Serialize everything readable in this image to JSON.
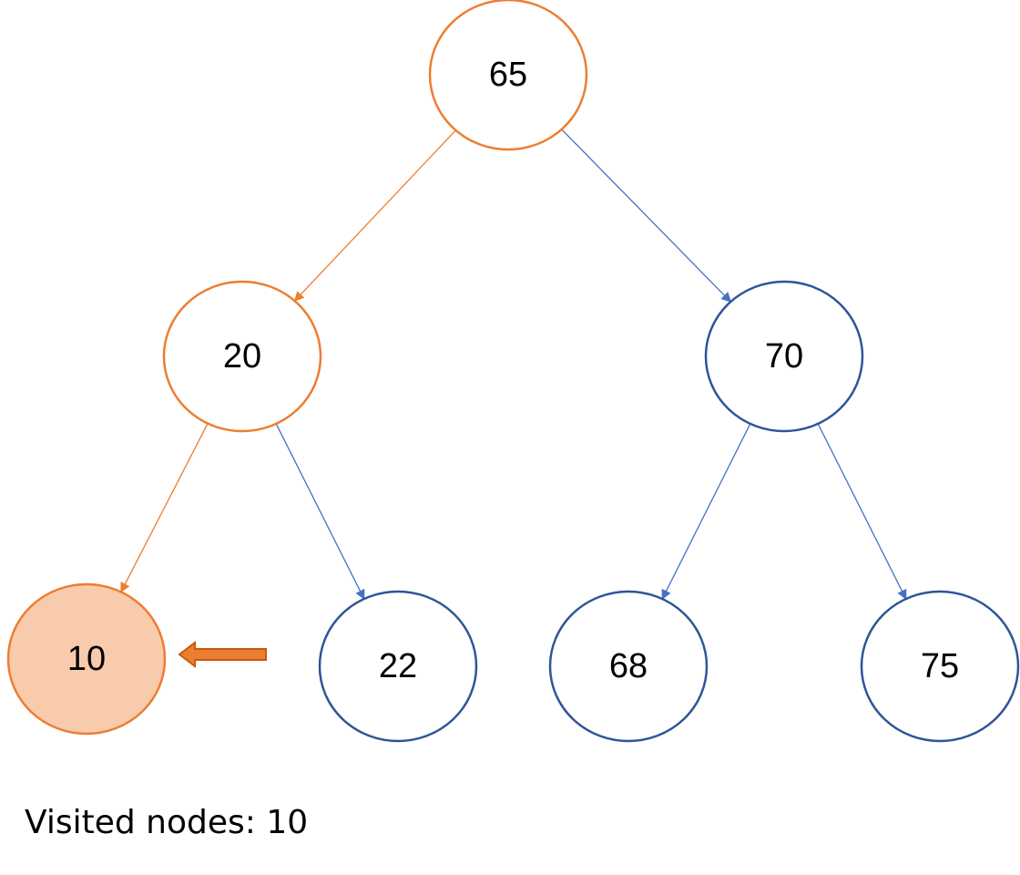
{
  "colors": {
    "visited_stroke": "#ED7D31",
    "visited_fill": "#F8CBAD",
    "unvisited_stroke": "#2F5597",
    "unvisited_edge": "#4472C4",
    "marker_arrow": "#ED7D31",
    "background": "#FFFFFF"
  },
  "tree": {
    "nodes": [
      {
        "id": "n65",
        "label": "65",
        "state": "visited-path"
      },
      {
        "id": "n20",
        "label": "20",
        "state": "visited-path"
      },
      {
        "id": "n70",
        "label": "70",
        "state": "unvisited"
      },
      {
        "id": "n10",
        "label": "10",
        "state": "current"
      },
      {
        "id": "n22",
        "label": "22",
        "state": "unvisited"
      },
      {
        "id": "n68",
        "label": "68",
        "state": "unvisited"
      },
      {
        "id": "n75",
        "label": "75",
        "state": "unvisited"
      }
    ],
    "edges": [
      {
        "from": "n65",
        "to": "n20",
        "state": "visited-path"
      },
      {
        "from": "n65",
        "to": "n70",
        "state": "unvisited"
      },
      {
        "from": "n20",
        "to": "n10",
        "state": "visited-path"
      },
      {
        "from": "n20",
        "to": "n22",
        "state": "unvisited"
      },
      {
        "from": "n70",
        "to": "n68",
        "state": "unvisited"
      },
      {
        "from": "n70",
        "to": "n75",
        "state": "unvisited"
      }
    ]
  },
  "pointer": {
    "target": "n10",
    "icon": "left-arrow-icon"
  },
  "caption": "Visited nodes: 10"
}
